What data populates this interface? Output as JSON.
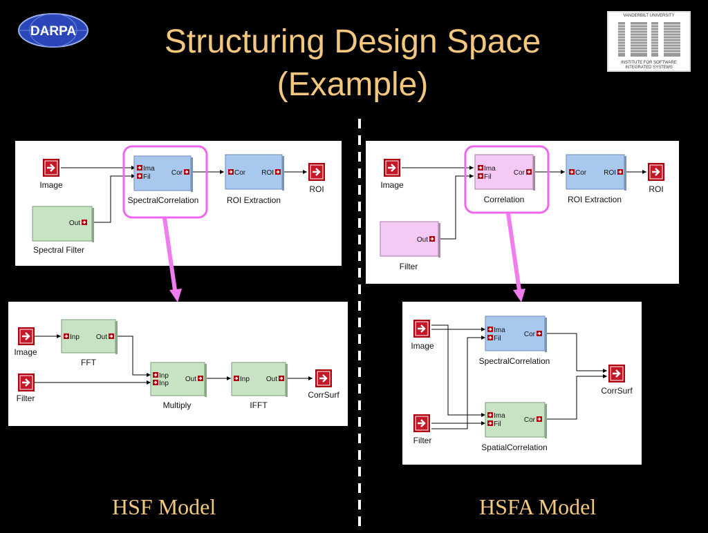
{
  "slide": {
    "title_line1": "Structuring Design Space",
    "title_line2": "(Example)",
    "caption_left": "HSF Model",
    "caption_right": "HSFA Model",
    "logo_darpa": "DARPA",
    "logo_isis_top": "VANDERBILT UNIVERSITY",
    "logo_isis_bottom1": "INSTITUTE FOR SOFTWARE",
    "logo_isis_bottom2": "INTEGRATED SYSTEMS"
  },
  "panels": {
    "hsf_top": {
      "image": "Image",
      "filter_block": "Spectral Filter",
      "out": "Out",
      "corr_block": "SpectralCorrelation",
      "ima": "Ima",
      "fil": "Fil",
      "cor": "Cor",
      "roi_block": "ROI Extraction",
      "roi_in": "Cor",
      "roi_out": "ROI",
      "roi": "ROI"
    },
    "hsfa_top": {
      "image": "Image",
      "filter_block": "Filter",
      "out": "Out",
      "corr_block": "Correlation",
      "ima": "Ima",
      "fil": "Fil",
      "cor": "Cor",
      "roi_block": "ROI Extraction",
      "roi_in": "Cor",
      "roi_out": "ROI",
      "roi": "ROI"
    },
    "hsf_bottom": {
      "image": "Image",
      "filter": "Filter",
      "fft": "FFT",
      "fft_in": "Inp",
      "fft_out": "Out",
      "multiply": "Multiply",
      "mul_in1": "Inp",
      "mul_in2": "Inp",
      "mul_out": "Out",
      "ifft": "IFFT",
      "ifft_in": "Inp",
      "ifft_out": "Out",
      "corrsurf": "CorrSurf"
    },
    "hsfa_bottom": {
      "image": "Image",
      "filter": "Filter",
      "spectral": "SpectralCorrelation",
      "spatial": "SpatialCorrelation",
      "ima1": "Ima",
      "fil1": "Fil",
      "cor1": "Cor",
      "ima2": "Ima",
      "fil2": "Fil",
      "cor2": "Cor",
      "corrsurf": "CorrSurf"
    }
  },
  "colors": {
    "title": "#f3c77d",
    "highlight": "#ee66ee",
    "arrow": "#f07cf0",
    "block_blue": "#a9c8ee",
    "block_green": "#c8e2c4",
    "block_pink": "#f4c9f4",
    "port_red": "#b00010"
  }
}
